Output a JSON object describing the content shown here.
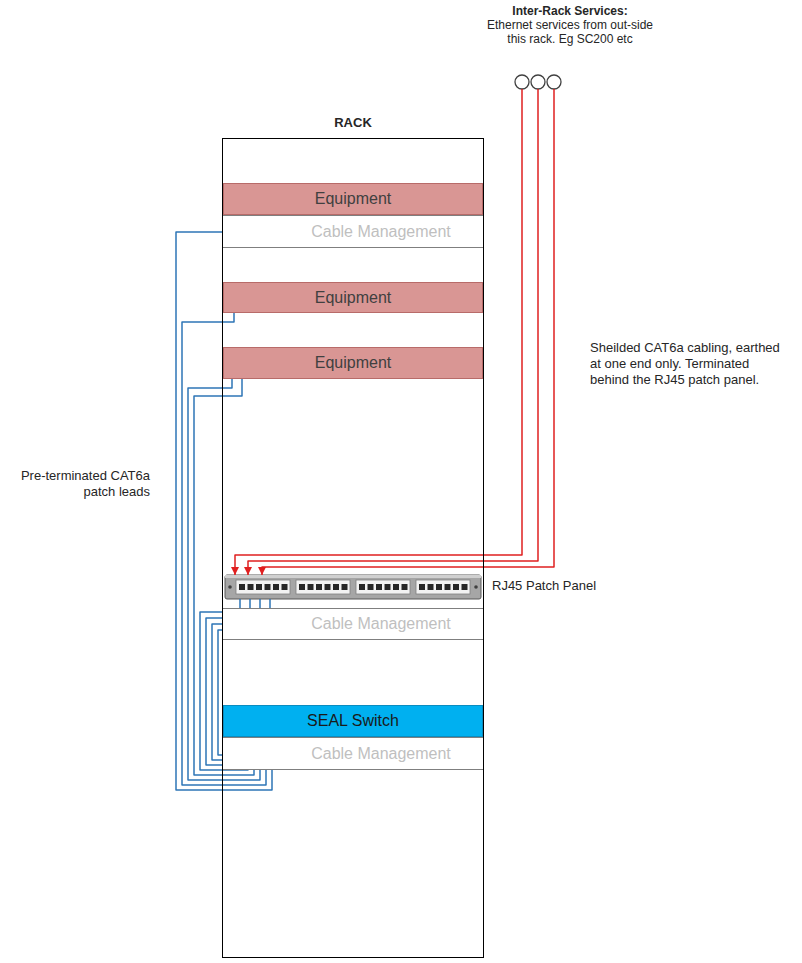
{
  "diagram": {
    "nodes": [
      {
        "text": [
          "Inter-Rack Services:",
          "Ethernet services from out-side this rack. Eg SC200 etc"
        ]
      },
      {
        "text": [
          "RACK"
        ]
      },
      {
        "text": [
          "Equipment"
        ],
        "in": 1
      },
      {
        "text": [
          "Cable Management"
        ],
        "in": 1
      },
      {
        "text": [
          "Equipment"
        ],
        "in": 1
      },
      {
        "text": [
          "Equipment"
        ],
        "in": 1
      },
      {
        "text": [
          "RJ45 Patch Panel"
        ],
        "in": 1
      },
      {
        "text": [
          "Cable Management"
        ],
        "in": 1
      },
      {
        "text": [
          "SEAL Switch"
        ],
        "in": 1
      },
      {
        "text": [
          "Cable Management"
        ],
        "in": 1
      }
    ],
    "edges": [
      {
        "from": 0,
        "to": 6,
        "arrow": "to"
      },
      {
        "from": 0,
        "to": 6,
        "arrow": "to"
      },
      {
        "from": 0,
        "to": 6,
        "arrow": "to"
      },
      {
        "from": 2,
        "to": 8,
        "arrow": "none"
      },
      {
        "from": 4,
        "to": 8,
        "arrow": "none"
      },
      {
        "from": 5,
        "to": 8,
        "arrow": "none"
      },
      {
        "from": 5,
        "to": 8,
        "arrow": "none"
      },
      {
        "from": 6,
        "to": 8,
        "arrow": "none"
      },
      {
        "from": 6,
        "to": 8,
        "arrow": "none"
      },
      {
        "from": 6,
        "to": 8,
        "arrow": "none"
      },
      {
        "from": 6,
        "to": 8,
        "arrow": "none"
      }
    ],
    "labels": [
      "Sheilded CAT6a cabling, earthed at one end only. Terminated behind the RJ45 patch panel.",
      "Pre-terminated CAT6a patch leads"
    ]
  }
}
